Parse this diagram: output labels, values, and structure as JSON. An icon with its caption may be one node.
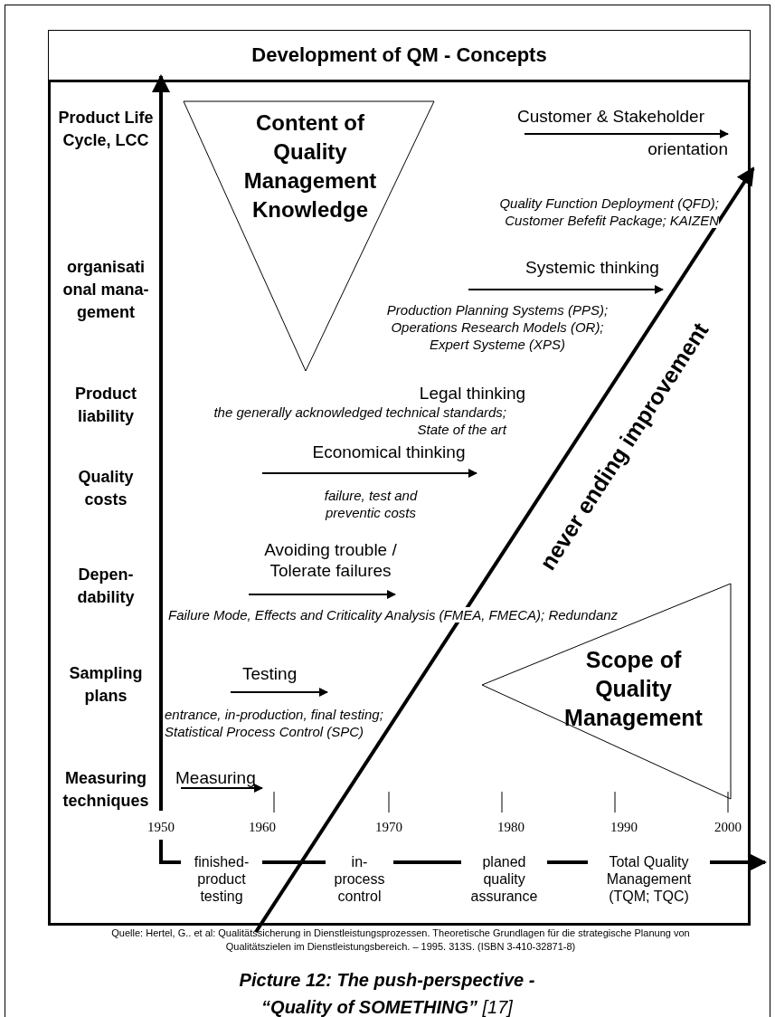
{
  "diagram": {
    "title": "Development of QM - Concepts",
    "caption": "**Picture 12: The push-perspective - “Quality of SOMETHING”** [17]",
    "nodes": [
      {
        "text": [
          "Content of Quality Management Knowledge"
        ]
      },
      {
        "text": [
          "Scope of Quality Management"
        ]
      }
    ],
    "labels": [
      "Product Life Cycle, LCC",
      "Customer & Stakeholder",
      "orientation",
      "Quality Function Deployment (QFD); Customer Befefit Package; KAIZEN",
      "organisati onal mana- gement",
      "Systemic thinking",
      "Production Planning Systems (PPS); Operations Research Models (OR); Expert Systeme (XPS)",
      "Product liability",
      "Legal thinking",
      "the generally acknowledged technical standards; State of the art",
      "Economical thinking",
      "Quality costs",
      "failure, test and preventic costs",
      "Avoiding trouble / Tolerate failures",
      "Depen- dability",
      "Failure Mode, Effects and Criticality Analysis (FMEA, FMECA); Redundanz",
      "Sampling plans",
      "Testing",
      "entrance, in-production, final testing; Statistical Process Control (SPC)",
      "Measuring techniques",
      "Measuring",
      "never ending improvement",
      "1950",
      "1960",
      "1970",
      "1980",
      "1990",
      "2000",
      "finished- product testing",
      "in- process control",
      "planed quality assurance",
      "Total Quality Management (TQM; TQC)",
      "Quelle: Hertel, G.. et al: Qualitätssicherung in Dienstleistungsprozessen. Theoretische Grundlagen für die strategische Planung von Qualitätszielen im Dienstleistungsbereich. – 1995. 313S. (ISBN 3-410-32871-8)"
    ]
  }
}
